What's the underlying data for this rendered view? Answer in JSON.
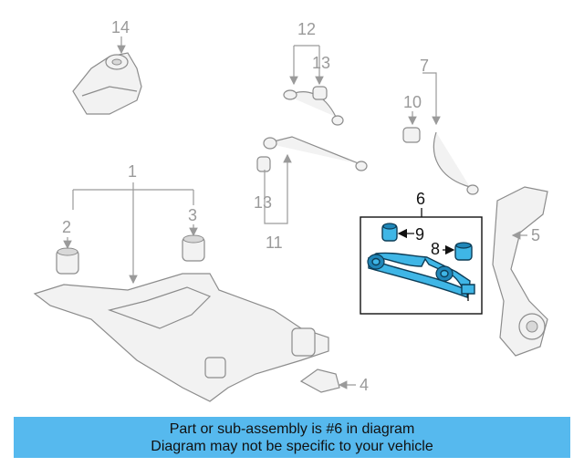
{
  "callouts": {
    "c1": "1",
    "c2": "2",
    "c3": "3",
    "c4": "4",
    "c5": "5",
    "c6": "6",
    "c7": "7",
    "c8": "8",
    "c9": "9",
    "c10": "10",
    "c11": "11",
    "c12": "12",
    "c13a": "13",
    "c13b": "13",
    "c14": "14"
  },
  "banner": {
    "line1": "Part or sub-assembly is #6 in diagram",
    "line2": "Diagram may not be specific to your vehicle"
  },
  "colors": {
    "highlight_part": "#3fb6e6",
    "banner_bg": "#56b9ee"
  }
}
